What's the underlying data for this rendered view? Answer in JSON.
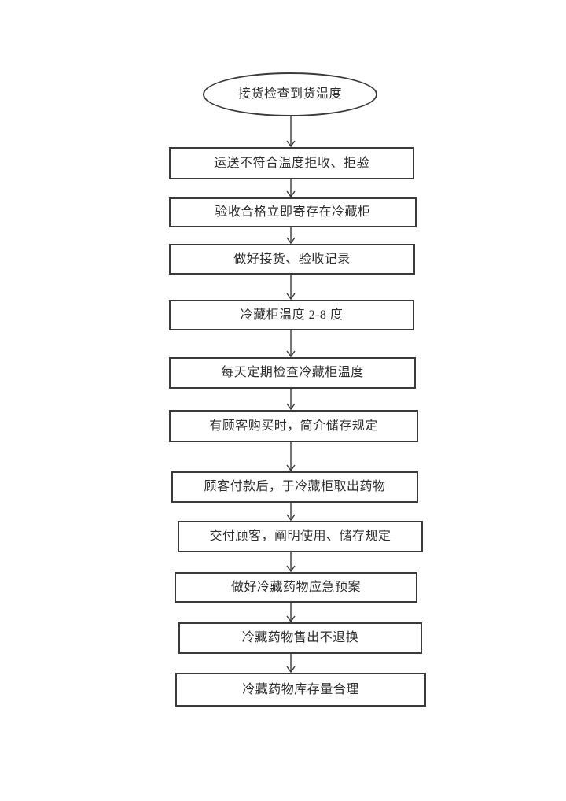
{
  "page": {
    "background_color": "#ffffff",
    "stroke_color": "#3a3a3a",
    "text_color": "#2e2e2e"
  },
  "flowchart": {
    "nodes": [
      {
        "id": "start",
        "shape": "ellipse",
        "label": "接货检查到货温度"
      },
      {
        "id": "step-1",
        "shape": "rect",
        "label": "运送不符合温度拒收、拒验"
      },
      {
        "id": "step-2",
        "shape": "rect",
        "label": "验收合格立即寄存在冷藏柜"
      },
      {
        "id": "step-3",
        "shape": "rect",
        "label": "做好接货、验收记录"
      },
      {
        "id": "step-4",
        "shape": "rect",
        "label": "冷藏柜温度 2-8 度"
      },
      {
        "id": "step-5",
        "shape": "rect",
        "label": "每天定期检查冷藏柜温度"
      },
      {
        "id": "step-6",
        "shape": "rect",
        "label": "有顾客购买时，简介储存规定"
      },
      {
        "id": "step-7",
        "shape": "rect",
        "label": "顾客付款后，于冷藏柜取出药物"
      },
      {
        "id": "step-8",
        "shape": "rect",
        "label": "交付顾客，阐明使用、储存规定"
      },
      {
        "id": "step-9",
        "shape": "rect",
        "label": "做好冷藏药物应急预案"
      },
      {
        "id": "step-10",
        "shape": "rect",
        "label": "冷藏药物售出不退换"
      },
      {
        "id": "step-11",
        "shape": "rect",
        "label": "冷藏药物库存量合理"
      }
    ],
    "edges": [
      {
        "from": "start",
        "to": "step-1",
        "direction": "down",
        "arrowhead": "open-v"
      },
      {
        "from": "step-1",
        "to": "step-2",
        "direction": "down",
        "arrowhead": "open-v"
      },
      {
        "from": "step-2",
        "to": "step-3",
        "direction": "down",
        "arrowhead": "open-v"
      },
      {
        "from": "step-3",
        "to": "step-4",
        "direction": "down",
        "arrowhead": "open-v"
      },
      {
        "from": "step-4",
        "to": "step-5",
        "direction": "down",
        "arrowhead": "open-v"
      },
      {
        "from": "step-5",
        "to": "step-6",
        "direction": "down",
        "arrowhead": "open-v"
      },
      {
        "from": "step-6",
        "to": "step-7",
        "direction": "down",
        "arrowhead": "open-v"
      },
      {
        "from": "step-7",
        "to": "step-8",
        "direction": "down",
        "arrowhead": "open-v"
      },
      {
        "from": "step-8",
        "to": "step-9",
        "direction": "down",
        "arrowhead": "open-v"
      },
      {
        "from": "step-9",
        "to": "step-10",
        "direction": "down",
        "arrowhead": "open-v"
      },
      {
        "from": "step-10",
        "to": "step-11",
        "direction": "down",
        "arrowhead": "open-v"
      }
    ]
  }
}
